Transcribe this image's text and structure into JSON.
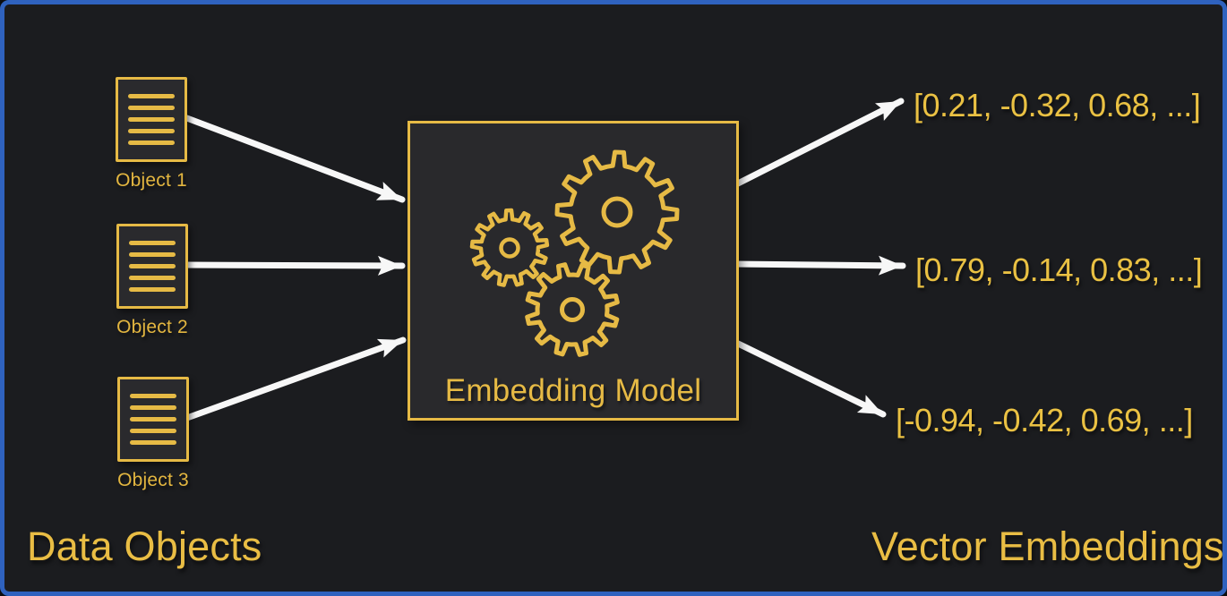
{
  "colors": {
    "frame_border": "#2f62be",
    "background": "#1b1c1f",
    "panel_fill": "#29292c",
    "gold": "#e6ba45",
    "gold_text": "#eac143",
    "arrow_white": "#f7f7f7"
  },
  "data_objects": {
    "section_label": "Data Objects",
    "items": [
      {
        "icon": "document-icon",
        "label": "Object 1"
      },
      {
        "icon": "document-icon",
        "label": "Object 2"
      },
      {
        "icon": "document-icon",
        "label": "Object 3"
      }
    ]
  },
  "model": {
    "icon": "gears-icon",
    "label": "Embedding Model"
  },
  "vector_embeddings": {
    "section_label": "Vector Embeddings",
    "items": [
      {
        "value": "[0.21, -0.32, 0.68, ...]"
      },
      {
        "value": "[0.79, -0.14, 0.83, ...]"
      },
      {
        "value": "[-0.94, -0.42, 0.69, ...]"
      }
    ]
  }
}
